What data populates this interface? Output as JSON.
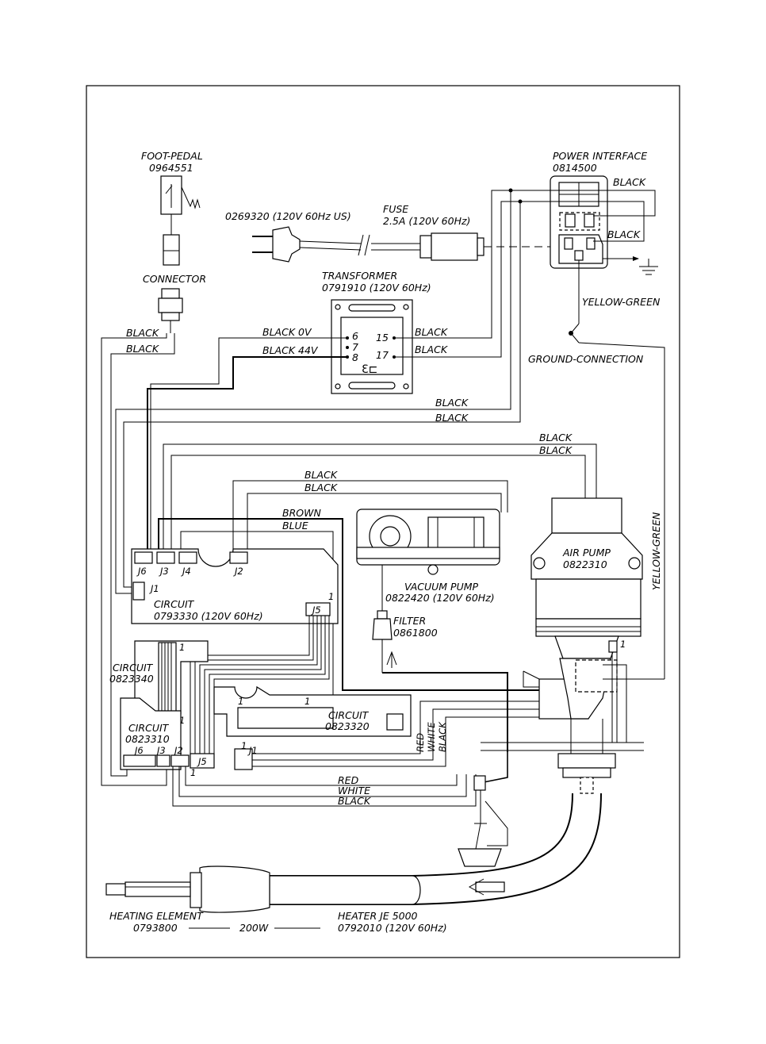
{
  "labels": {
    "foot_pedal": "FOOT-PEDAL",
    "foot_pedal_pn": "0964551",
    "connector": "CONNECTOR",
    "cord": "0269320 (120V 60Hz US)",
    "fuse": "FUSE",
    "fuse_rating": "2.5A (120V 60Hz)",
    "power_interface": "POWER INTERFACE",
    "power_interface_pn": "0814500",
    "transformer": "TRANSFORMER",
    "transformer_pn": "0791910 (120V 60Hz)",
    "yellow_green": "YELLOW-GREEN",
    "ground_connection": "GROUND-CONNECTION",
    "black": "BLACK",
    "black_0v": "BLACK  0V",
    "black_44v": "BLACK  44V",
    "brown": "BROWN",
    "blue": "BLUE",
    "red": "RED",
    "white": "WHITE",
    "air_pump": "AIR PUMP",
    "air_pump_pn": "0822310",
    "vacuum_pump": "VACUUM PUMP",
    "vacuum_pump_pn": "0822420 (120V 60Hz)",
    "filter": "FILTER",
    "filter_pn": "0861800",
    "circuit": "CIRCUIT",
    "circuit_main_pn": "0793330 (120V 60Hz)",
    "circuit_0823340": "0823340",
    "circuit_0823310": "0823310",
    "circuit_0823320": "0823320",
    "heating_element": "HEATING ELEMENT",
    "heating_element_pn": "0793800",
    "power": "200W",
    "heater": "HEATER JE 5000",
    "heater_pn": "0792010 (120V 60Hz)"
  },
  "terminals": {
    "t6": "6",
    "t7": "7",
    "t8": "8",
    "t15": "15",
    "t17": "17"
  },
  "jacks": {
    "j1": "J1",
    "j2": "J2",
    "j3": "J3",
    "j4": "J4",
    "j5": "J5",
    "j6": "J6",
    "pin1": "1"
  },
  "icons": [
    "ground-symbol",
    "plug-icon",
    "fuse-icon",
    "foot-pedal-switch",
    "arrow-up-icon",
    "arrow-left-icon"
  ]
}
